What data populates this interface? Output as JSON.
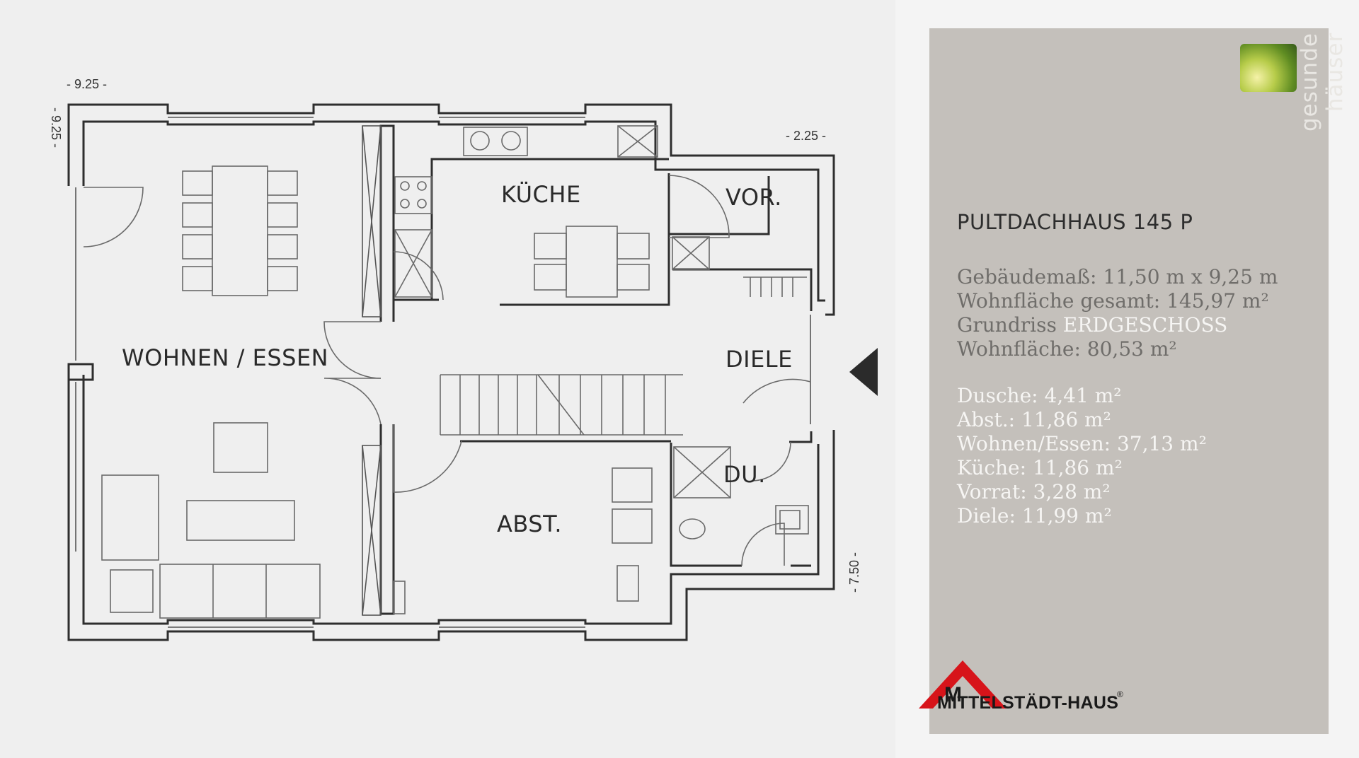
{
  "plan": {
    "rooms": {
      "wohnen": "WOHNEN / ESSEN",
      "kueche": "KÜCHE",
      "vor": "VOR.",
      "diele": "DIELE",
      "abst": "ABST.",
      "du": "DU."
    },
    "dimensions": {
      "top": "- 9.25 -",
      "left": "- 9.25 -",
      "right_top": "- 2.25 -",
      "right_bottom": "- 7.50 -"
    }
  },
  "panel": {
    "brand_vertical": "gesunde häuser",
    "title": "PULTDACHHAUS 145 P",
    "specs": {
      "gebaeude_label": "Gebäudemaß:",
      "gebaeude_value": "11,50 m x 9,25 m",
      "wohnflaeche_gesamt_label": "Wohnfläche gesamt:",
      "wohnflaeche_gesamt_value": "145,97 m²",
      "grundriss_label": "Grundriss",
      "grundriss_value": "ERDGESCHOSS",
      "wohnflaeche_label": "Wohnfläche:",
      "wohnflaeche_value": "80,53 m²"
    },
    "areas": [
      "Dusche: 4,41 m²",
      "Abst.: 11,86 m²",
      "Wohnen/Essen: 37,13 m²",
      "Küche: 11,86 m²",
      "Vorrat: 3,28 m²",
      "Diele: 11,99 m²"
    ]
  },
  "logo": {
    "text": "MITTELSTÄDT-HAUS",
    "registered": "®",
    "colors": {
      "red": "#d7141a",
      "black": "#1a1a1a"
    }
  },
  "colors": {
    "panel": "#c4c0bb",
    "background": "#efefef"
  }
}
